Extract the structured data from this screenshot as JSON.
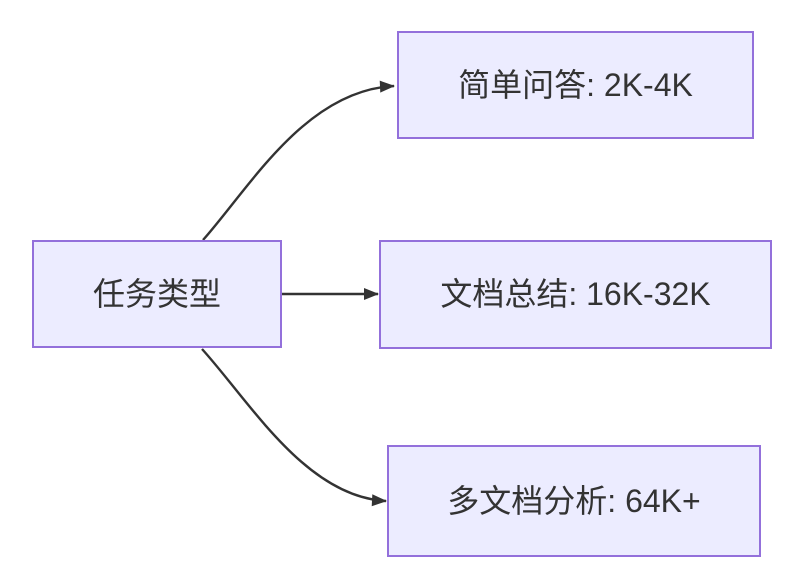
{
  "diagram": {
    "type": "flowchart",
    "direction": "left-to-right",
    "root": {
      "label": "任务类型"
    },
    "branches": [
      {
        "label": "简单问答: 2K-4K"
      },
      {
        "label": "文档总结: 16K-32K"
      },
      {
        "label": "多文档分析: 64K+"
      }
    ],
    "edges": [
      {
        "from": "任务类型",
        "to": "简单问答: 2K-4K"
      },
      {
        "from": "任务类型",
        "to": "文档总结: 16K-32K"
      },
      {
        "from": "任务类型",
        "to": "多文档分析: 64K+"
      }
    ],
    "colors": {
      "background": "#FFFFFF",
      "node_fill": "#ECECFF",
      "node_border": "#9370DB",
      "edge_stroke": "#333333",
      "text": "#333333"
    }
  }
}
